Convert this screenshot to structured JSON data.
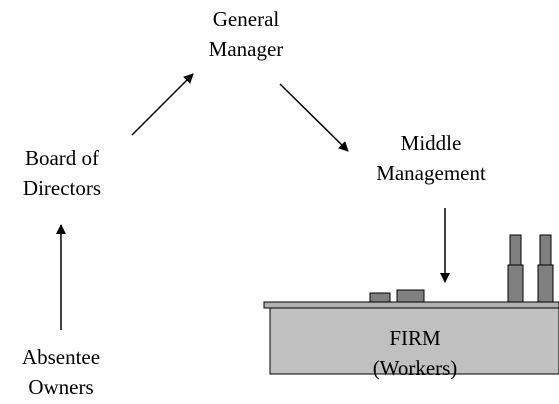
{
  "nodes": {
    "general_manager": {
      "line1": "General",
      "line2": "Manager"
    },
    "board_of_directors": {
      "line1": "Board of",
      "line2": "Directors"
    },
    "middle_management": {
      "line1": "Middle",
      "line2": "Management"
    },
    "absentee_owners": {
      "line1": "Absentee",
      "line2": "Owners"
    },
    "firm": {
      "line1": "FIRM",
      "line2": "(Workers)"
    }
  },
  "colors": {
    "firm_fill": "#c0c0c0",
    "firm_roof": "#b0b0b0",
    "chimney_fill": "#808080",
    "stroke": "#000000"
  }
}
